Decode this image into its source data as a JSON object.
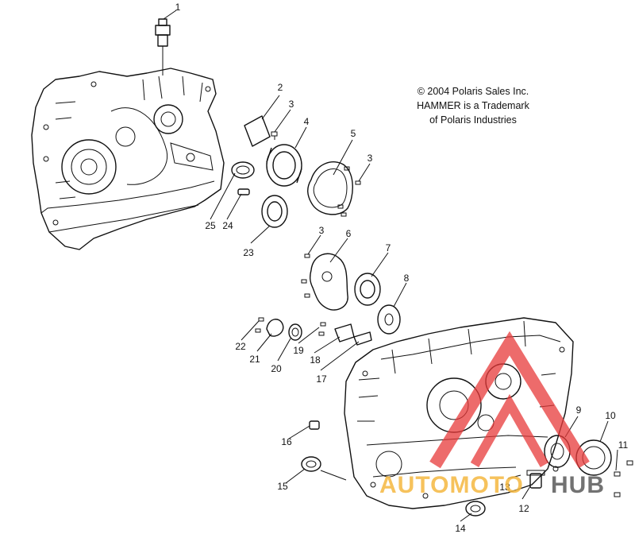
{
  "copyright": {
    "line1": "© 2004 Polaris Sales Inc.",
    "line2": "HAMMER is a Trademark",
    "line3": "of Polaris Industries"
  },
  "callouts": [
    "1",
    "2",
    "3",
    "4",
    "5",
    "3",
    "3",
    "6",
    "7",
    "8",
    "9",
    "10",
    "11",
    "12",
    "13",
    "14",
    "15",
    "16",
    "17",
    "18",
    "19",
    "20",
    "21",
    "22",
    "23",
    "24",
    "25"
  ],
  "watermark": {
    "brand_a": "AUTOMOTO",
    "brand_b": "HUB",
    "color_a": "#f5b840",
    "color_b": "#5a5a5a",
    "logo_color": "#e83a3a"
  }
}
